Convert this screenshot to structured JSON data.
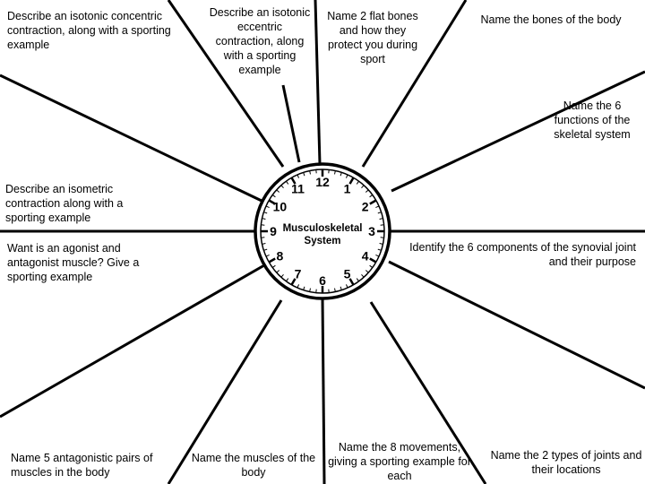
{
  "center": {
    "title_line1": "Musculoskeletal",
    "title_line2": "System",
    "clock_numbers": [
      "12",
      "1",
      "2",
      "3",
      "4",
      "5",
      "6",
      "7",
      "8",
      "9",
      "10",
      "11"
    ]
  },
  "prompts": [
    {
      "id": "concentric",
      "text": "Describe an isotonic concentric contraction, along with a sporting example"
    },
    {
      "id": "eccentric",
      "text": "Describe an isotonic eccentric contraction, along with a sporting example"
    },
    {
      "id": "flat-bones",
      "text": "Name 2 flat bones and how they protect you during sport"
    },
    {
      "id": "bones",
      "text": "Name the bones of the body"
    },
    {
      "id": "functions",
      "text": "Name the 6 functions of the skeletal system"
    },
    {
      "id": "isometric",
      "text": "Describe an isometric contraction along with a sporting example"
    },
    {
      "id": "synovial",
      "text": "Identify the 6 components of the synovial joint and their purpose"
    },
    {
      "id": "agonist",
      "text": "Want is an agonist and antagonist muscle? Give a sporting example"
    },
    {
      "id": "antagonistic-pairs",
      "text": "Name 5 antagonistic pairs of muscles in the body"
    },
    {
      "id": "muscles",
      "text": "Name the muscles of the body"
    },
    {
      "id": "movements",
      "text": "Name the 8 movements, giving a sporting example for each"
    },
    {
      "id": "joints",
      "text": "Name the 2 types of joints and their locations"
    }
  ]
}
